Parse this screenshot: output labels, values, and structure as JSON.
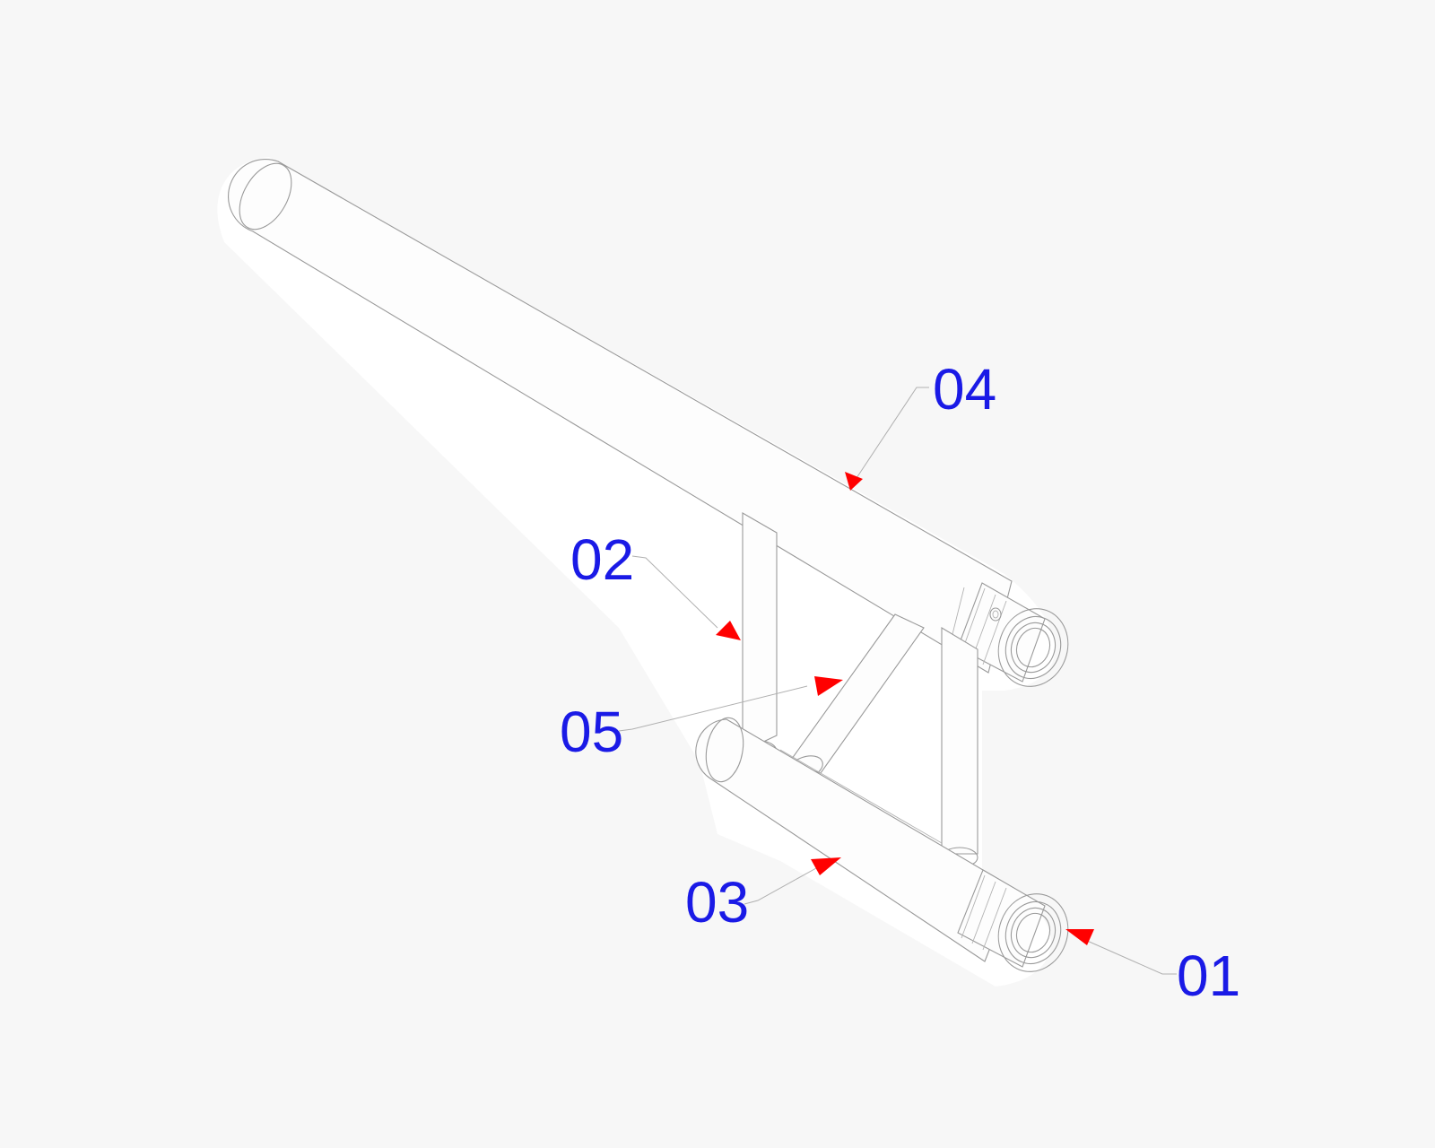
{
  "colors": {
    "background": "#f7f7f7",
    "callout_text": "#1a1ae6",
    "arrowhead": "#ff0000",
    "line_work": "#9a9a9a"
  },
  "callouts": [
    {
      "id": "01",
      "text": "01"
    },
    {
      "id": "02",
      "text": "02"
    },
    {
      "id": "03",
      "text": "03"
    },
    {
      "id": "04",
      "text": "04"
    },
    {
      "id": "05",
      "text": "05"
    }
  ]
}
